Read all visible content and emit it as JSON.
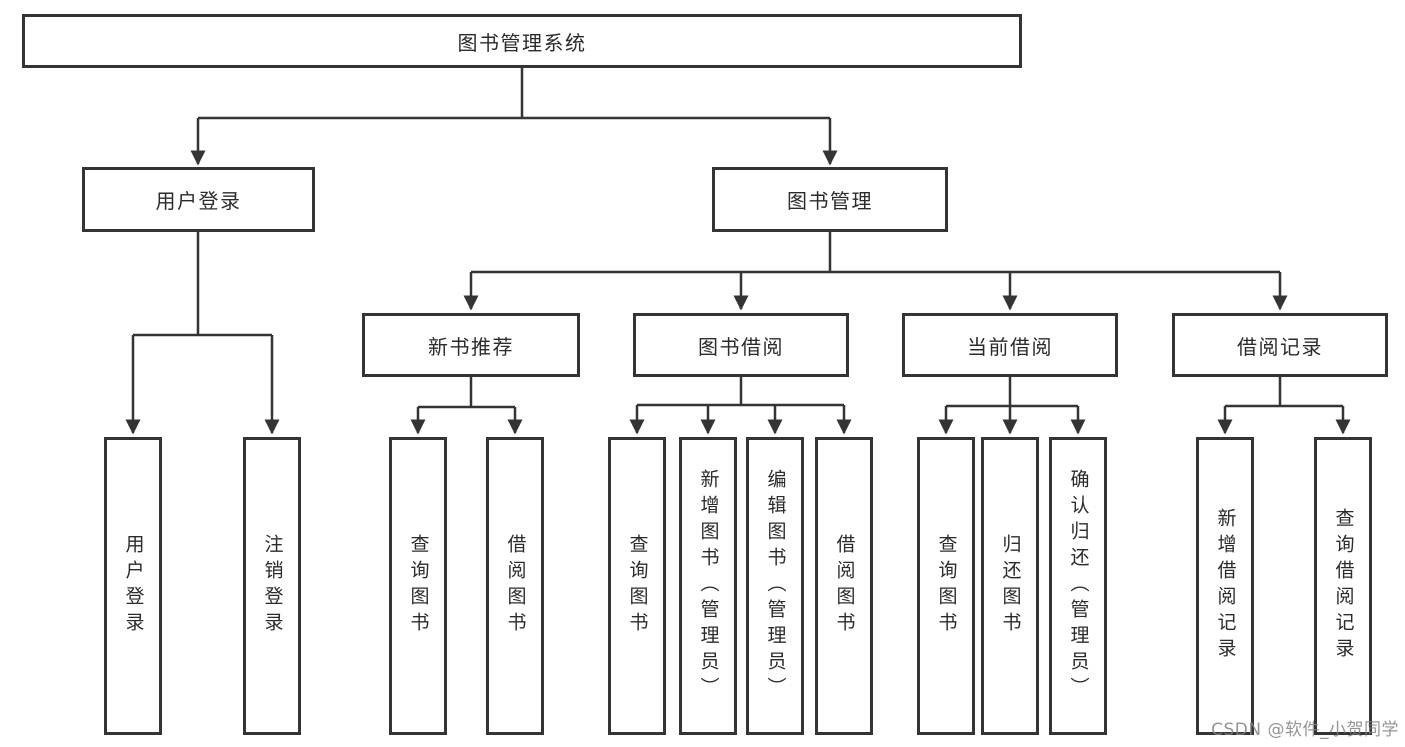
{
  "tree": {
    "label": "图书管理系统",
    "children": [
      {
        "label": "用户登录",
        "children": [
          {
            "label": "用户登录"
          },
          {
            "label": "注销登录"
          }
        ]
      },
      {
        "label": "图书管理",
        "children": [
          {
            "label": "新书推荐",
            "children": [
              {
                "label": "查询图书"
              },
              {
                "label": "借阅图书"
              }
            ]
          },
          {
            "label": "图书借阅",
            "children": [
              {
                "label": "查询图书"
              },
              {
                "label": "新增图书（管理员）"
              },
              {
                "label": "编辑图书（管理员）"
              },
              {
                "label": "借阅图书"
              }
            ]
          },
          {
            "label": "当前借阅",
            "children": [
              {
                "label": "查询图书"
              },
              {
                "label": "归还图书"
              },
              {
                "label": "确认归还（管理员）"
              }
            ]
          },
          {
            "label": "借阅记录",
            "children": [
              {
                "label": "新增借阅记录"
              },
              {
                "label": "查询借阅记录"
              }
            ]
          }
        ]
      }
    ]
  },
  "watermark": {
    "text": "CSDN @软件_小贺同学"
  },
  "colors": {
    "line": "#343434",
    "box_border": "#343434",
    "text": "#2b2b2b",
    "watermark": "#828282",
    "background": "#ffffff"
  }
}
